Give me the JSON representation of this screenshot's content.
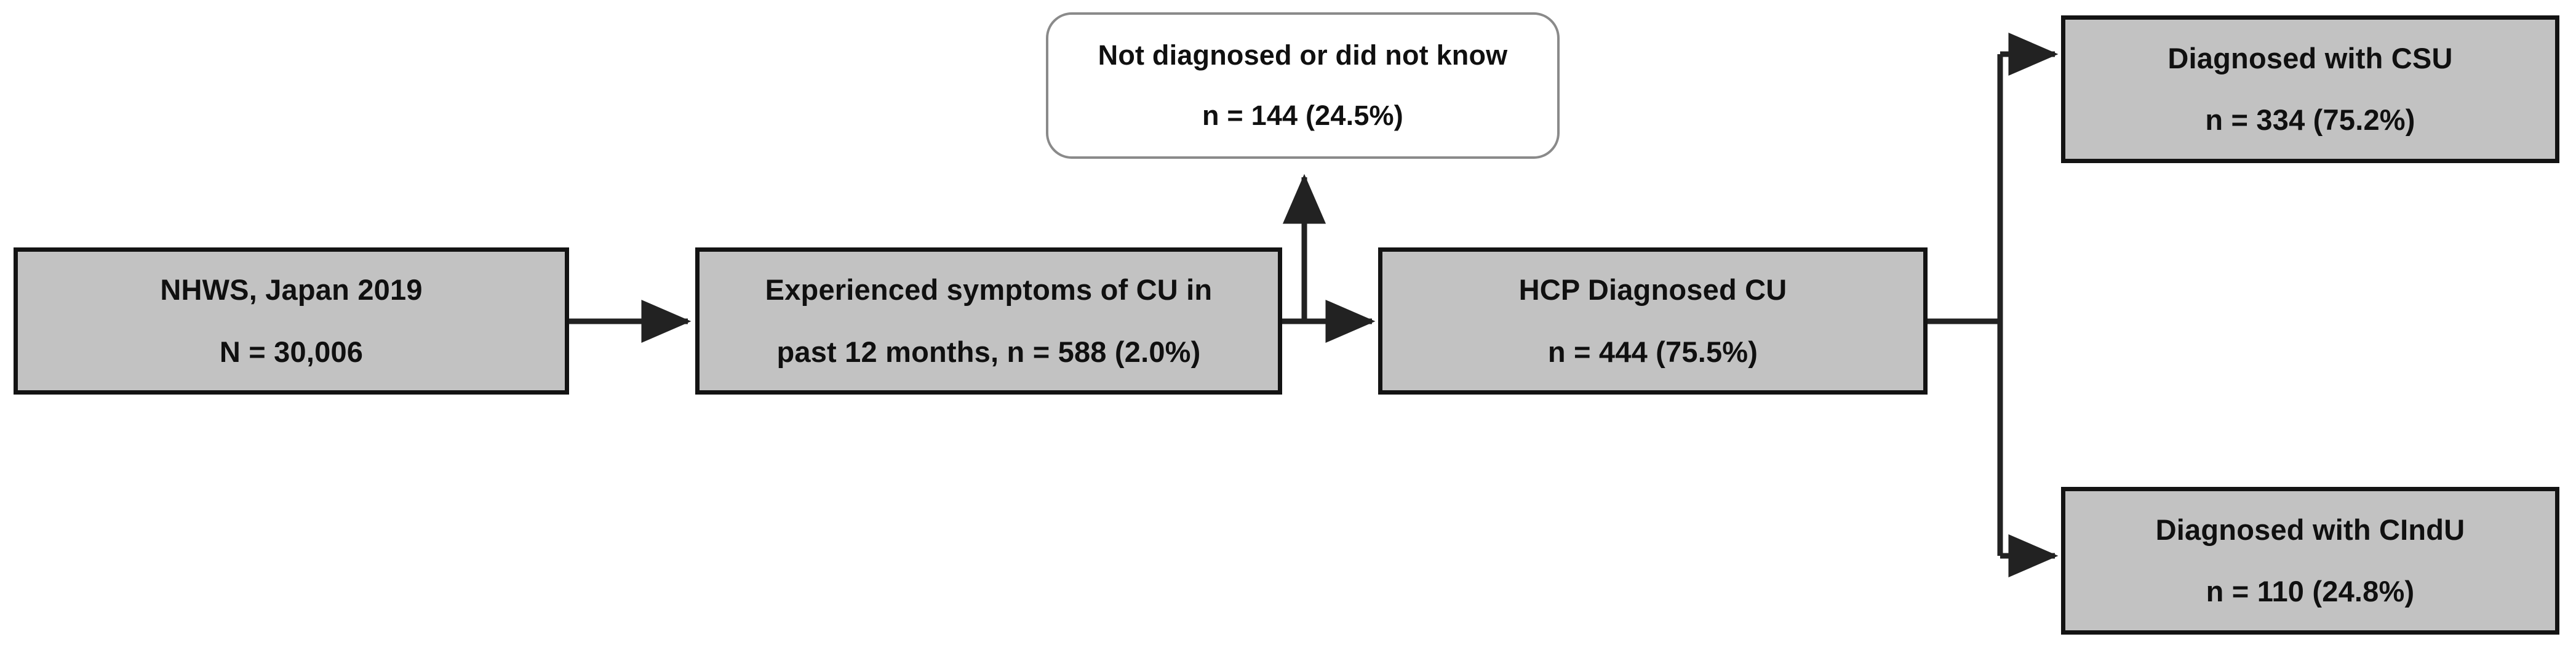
{
  "figure": {
    "type": "flowchart",
    "title": "Patient attrition flow diagram",
    "background_color": "#ffffff",
    "filled_node_color": "#c2c2c2",
    "filled_node_border_color": "#131313",
    "outlined_node_border_color": "#8a8a8a",
    "connector_color": "#222222"
  },
  "nodes": {
    "source": {
      "id": "nhws-japan-2019",
      "style": "filled",
      "line1": "NHWS, Japan 2019",
      "line2": "N = 30,006",
      "count": 30006,
      "count_label": "N = 30,006"
    },
    "symptoms": {
      "id": "experienced-symptoms-cu",
      "style": "filled",
      "line1": "Experienced symptoms of CU in",
      "line2": "past 12 months, n = 588 (2.0%)",
      "count": 588,
      "percent": "2.0%"
    },
    "not_diagnosed": {
      "id": "not-diagnosed-or-did-not-know",
      "style": "outlined",
      "line1": "Not diagnosed or did not know",
      "line2": "n = 144 (24.5%)",
      "count": 144,
      "percent": "24.5%"
    },
    "hcp_diagnosed": {
      "id": "hcp-diagnosed-cu",
      "style": "filled",
      "line1": "HCP Diagnosed CU",
      "line2": "n = 444 (75.5%)",
      "count": 444,
      "percent": "75.5%"
    },
    "csu": {
      "id": "diagnosed-with-csu",
      "style": "filled",
      "line1": "Diagnosed with CSU",
      "line2": "n = 334 (75.2%)",
      "count": 334,
      "percent": "75.2%"
    },
    "cindu": {
      "id": "diagnosed-with-cindu",
      "style": "filled",
      "line1": "Diagnosed with CIndU",
      "line2": "n = 110 (24.8%)",
      "count": 110,
      "percent": "24.8%"
    }
  },
  "connectors": [
    {
      "from": "source",
      "to": "symptoms",
      "shape": "horizontal-arrow"
    },
    {
      "from": "symptoms",
      "to": "hcp_diagnosed",
      "shape": "horizontal-arrow"
    },
    {
      "from": "symptoms",
      "to": "not_diagnosed",
      "shape": "branch-up-arrow"
    },
    {
      "from": "hcp_diagnosed",
      "to": "csu",
      "shape": "split-up-arrow"
    },
    {
      "from": "hcp_diagnosed",
      "to": "cindu",
      "shape": "split-down-arrow"
    }
  ]
}
